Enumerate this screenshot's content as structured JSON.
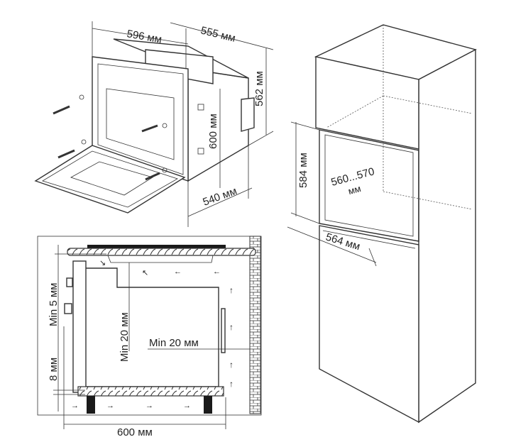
{
  "oven_dimensions": {
    "width": "596 мм",
    "depth": "555 мм",
    "height": "562 мм",
    "front_height": "600 мм",
    "depth_body": "540 мм"
  },
  "cabinet_dimensions": {
    "niche_height": "584 мм",
    "niche_width_line1": "560...570",
    "niche_width_line2": "мм",
    "niche_depth": "564 мм"
  },
  "section_dimensions": {
    "gap_top": "Min 5 мм",
    "gap_back_vertical": "Min 20 мм",
    "gap_back": "Min 20 мм",
    "gap_bottom": "8 мм",
    "depth": "600 мм"
  }
}
